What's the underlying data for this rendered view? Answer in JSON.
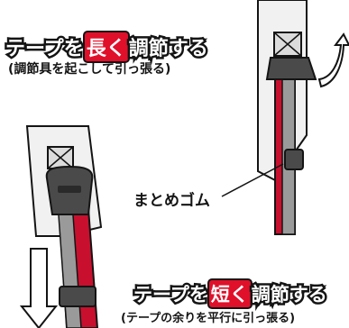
{
  "colors": {
    "strap_red": "#c8102e",
    "strap_grey": "#9a9a9a",
    "panel_grey": "#f1f1f1",
    "outline": "#141414",
    "accent_red": "#e0102a"
  },
  "icons": {
    "arrow_up": "curved-up-arrow",
    "arrow_down": "down-arrow"
  },
  "lengthen": {
    "title_before": "テープを",
    "title_accent": "長く",
    "title_after": "調節する",
    "subtitle": "(調節具を起こして引っ張る)"
  },
  "band": {
    "label": "まとめゴム"
  },
  "shorten": {
    "title_before": "テープを",
    "title_accent": "短く",
    "title_after": "調節する",
    "subtitle": "(テープの余りを平行に引っ張る)"
  }
}
